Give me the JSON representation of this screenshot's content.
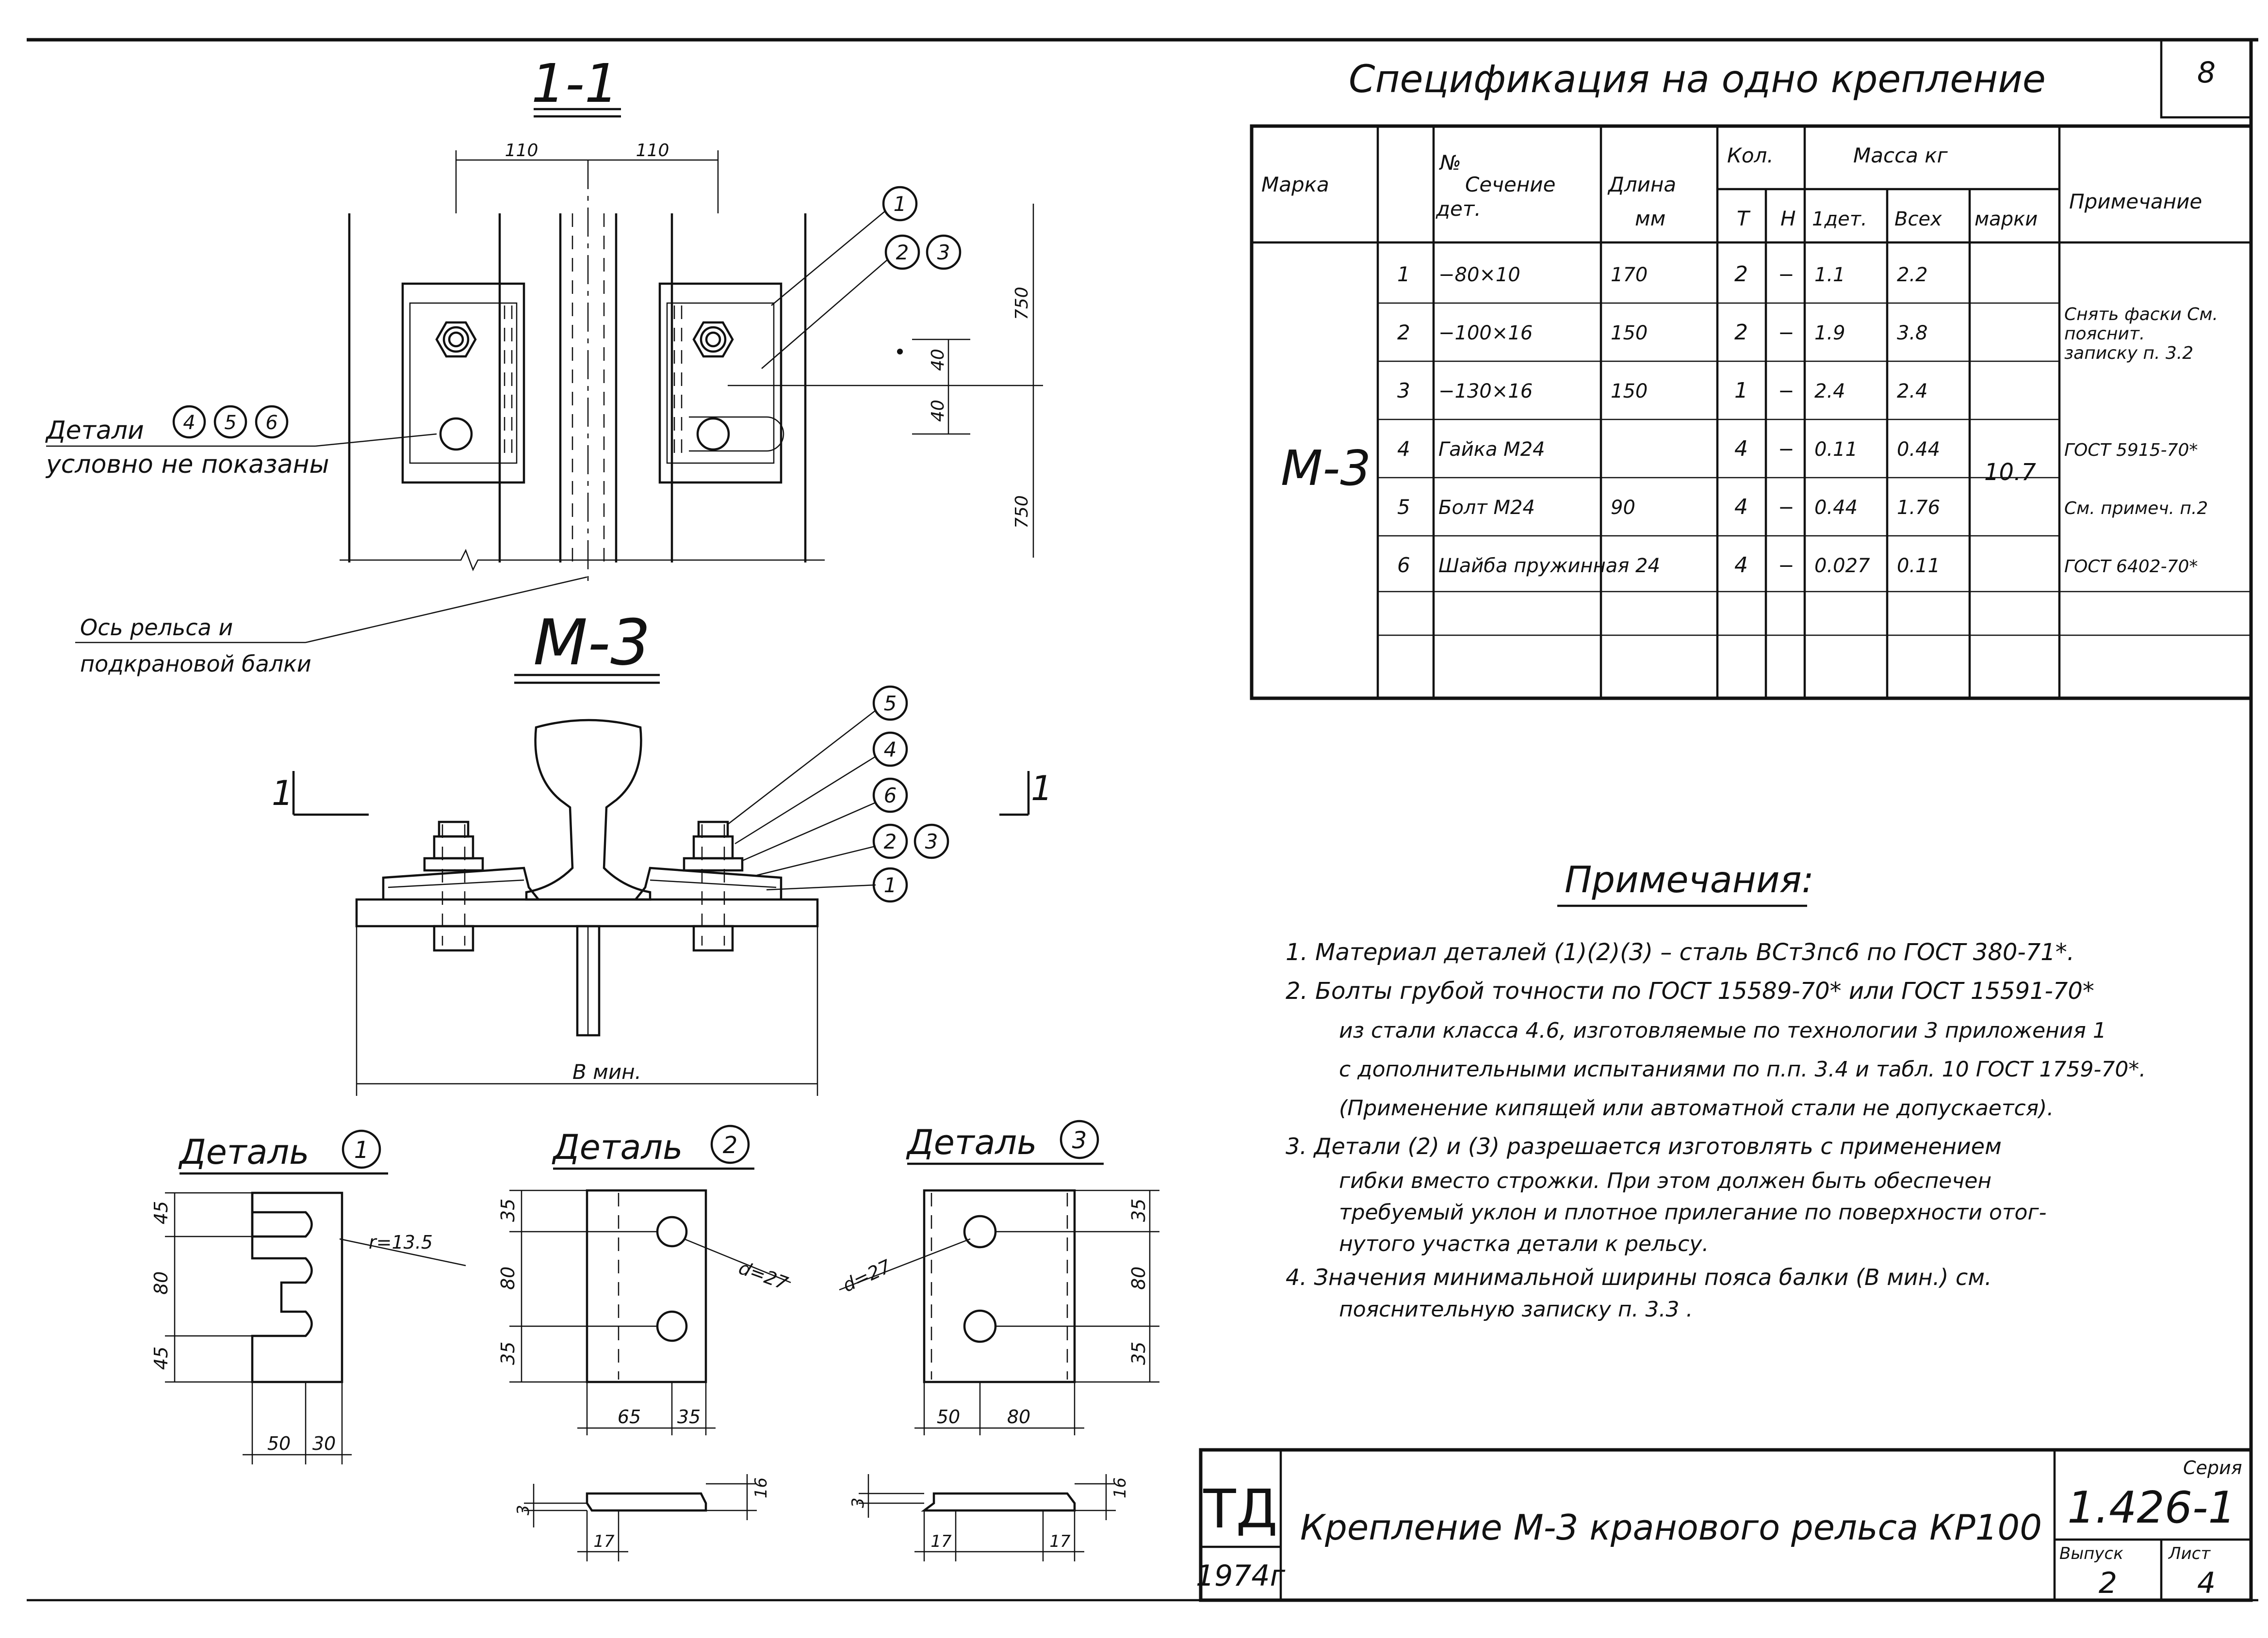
{
  "section_view": {
    "title": "1-1",
    "dim_left": "110",
    "dim_right": "110",
    "dim_top": "750",
    "dim_40a": "40",
    "dim_40b": "40",
    "dim_bottom": "750"
  },
  "callouts_section": {
    "c1": "1",
    "c2": "2",
    "c3": "3"
  },
  "details_note": {
    "line1": "Детали",
    "n4": "4",
    "n5": "5",
    "n6": "6",
    "line2": "условно не показаны"
  },
  "axis_note": {
    "line1": "Ось рельса и",
    "line2": "подкрановой балки"
  },
  "m3_view": {
    "title": "М-3",
    "cut_left": "1",
    "cut_right": "1",
    "b_min": "B мин.",
    "c5": "5",
    "c4": "4",
    "c6": "6",
    "c2": "2",
    "c3": "3",
    "c1": "1"
  },
  "detail1": {
    "title": "Деталь",
    "num": "1",
    "d45a": "45",
    "d80": "80",
    "d45b": "45",
    "r": "r=13.5",
    "d50": "50",
    "d30": "30"
  },
  "detail2": {
    "title": "Деталь",
    "num": "2",
    "d35a": "35",
    "d80": "80",
    "d35b": "35",
    "d": "d=27",
    "d65": "65",
    "d35c": "35",
    "d16": "16",
    "d3": "3",
    "d17": "17"
  },
  "detail3": {
    "title": "Деталь",
    "num": "3",
    "d35a": "35",
    "d80": "80",
    "d35b": "35",
    "d": "d=27",
    "d50": "50",
    "d80b": "80",
    "d16": "16",
    "d3": "3",
    "d17a": "17",
    "d17b": "17"
  },
  "spec": {
    "title": "Спецификация на одно крепление",
    "sheet_number": "8",
    "headers": {
      "mark": "Марка",
      "det": "№ дет.",
      "section": "Сечение",
      "length": "Длина мм",
      "qty": "Кол.",
      "qty_t": "Т",
      "qty_n": "Н",
      "mass": "Масса кг",
      "mass_one": "1дет.",
      "mass_all": "Всех",
      "mass_mark": "марки",
      "notes": "Примечание"
    },
    "mark": "М-3",
    "total_mass": "10.7",
    "rows": [
      {
        "det": "1",
        "section": "−80×10",
        "length": "170",
        "t": "2",
        "n": "−",
        "one": "1.1",
        "all": "2.2",
        "note": ""
      },
      {
        "det": "2",
        "section": "−100×16",
        "length": "150",
        "t": "2",
        "n": "−",
        "one": "1.9",
        "all": "3.8",
        "note": "Снять фаски См. пояснит. записку п. 3.2"
      },
      {
        "det": "3",
        "section": "−130×16",
        "length": "150",
        "t": "1",
        "n": "−",
        "one": "2.4",
        "all": "2.4",
        "note": ""
      },
      {
        "det": "4",
        "section": "Гайка М24",
        "length": "",
        "t": "4",
        "n": "−",
        "one": "0.11",
        "all": "0.44",
        "note": "ГОСТ 5915-70*"
      },
      {
        "det": "5",
        "section": "Болт М24",
        "length": "90",
        "t": "4",
        "n": "−",
        "one": "0.44",
        "all": "1.76",
        "note": "См. примеч. п.2"
      },
      {
        "det": "6",
        "section": "Шайба пружинная 24",
        "length": "",
        "t": "4",
        "n": "−",
        "one": "0.027",
        "all": "0.11",
        "note": "ГОСТ 6402-70*"
      }
    ]
  },
  "notes": {
    "title": "Примечания:",
    "n1": "1.  Материал деталей (1)(2)(3) – сталь ВСт3пс6 по ГОСТ 380-71*.",
    "n2a": "2.  Болты грубой точности по ГОСТ 15589-70* или ГОСТ 15591-70*",
    "n2b": "из стали класса 4.6, изготовляемые по технологии 3 приложения 1",
    "n2c": "с дополнительными испытаниями по п.п. 3.4 и табл. 10 ГОСТ 1759-70*.",
    "n2d": "(Применение кипящей или автоматной стали не допускается).",
    "n3a": "3.  Детали (2) и (3) разрешается изготовлять с применением",
    "n3b": "гибки вместо строжки. При этом должен быть обеспечен",
    "n3c": "требуемый уклон и плотное прилегание по поверхности отог-",
    "n3d": "нутого участка детали к рельсу.",
    "n4a": "4.  Значения минимальной ширины пояса балки (B мин.) см.",
    "n4b": "пояснительную записку п. 3.3 ."
  },
  "title_block": {
    "org": "ТД",
    "year": "1974г",
    "title": "Крепление М-3 кранового рельса КР100",
    "series_label": "Серия",
    "series": "1.426-1",
    "issue_label": "Выпуск",
    "issue": "2",
    "sheet_label": "Лист",
    "sheet": "4"
  }
}
